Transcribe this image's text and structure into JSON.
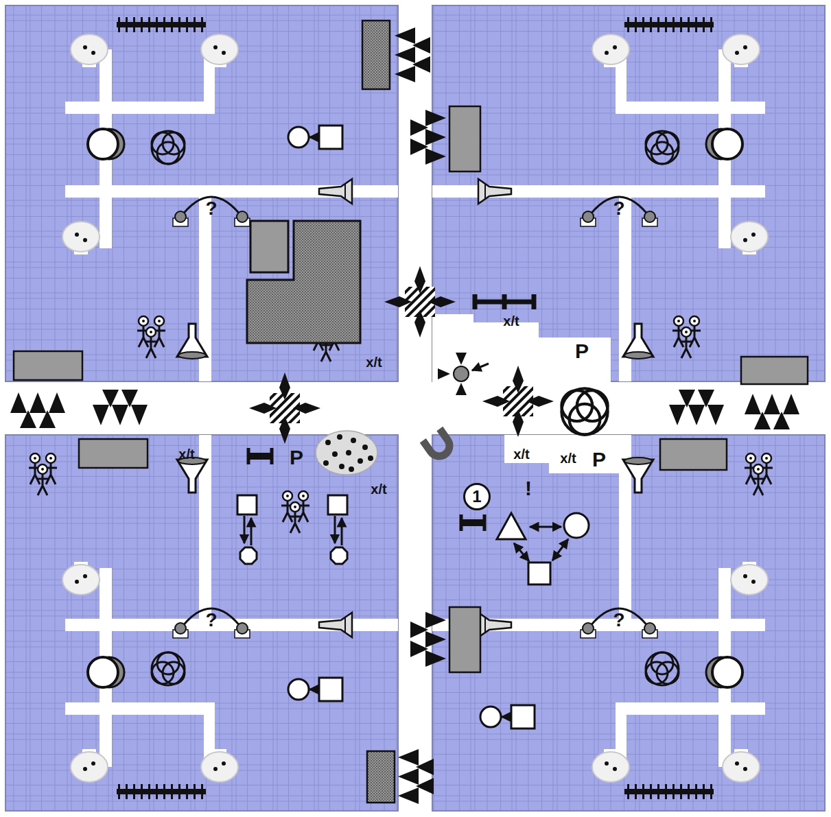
{
  "diagram": {
    "nodes": [
      {
        "text": [
          "1"
        ]
      }
    ],
    "labels": [
      "?",
      "?",
      "x/t",
      "x/t",
      "P",
      "x/t",
      "P",
      "x/t",
      "x/t",
      "x/t",
      "P",
      "!",
      "?",
      "?"
    ]
  }
}
